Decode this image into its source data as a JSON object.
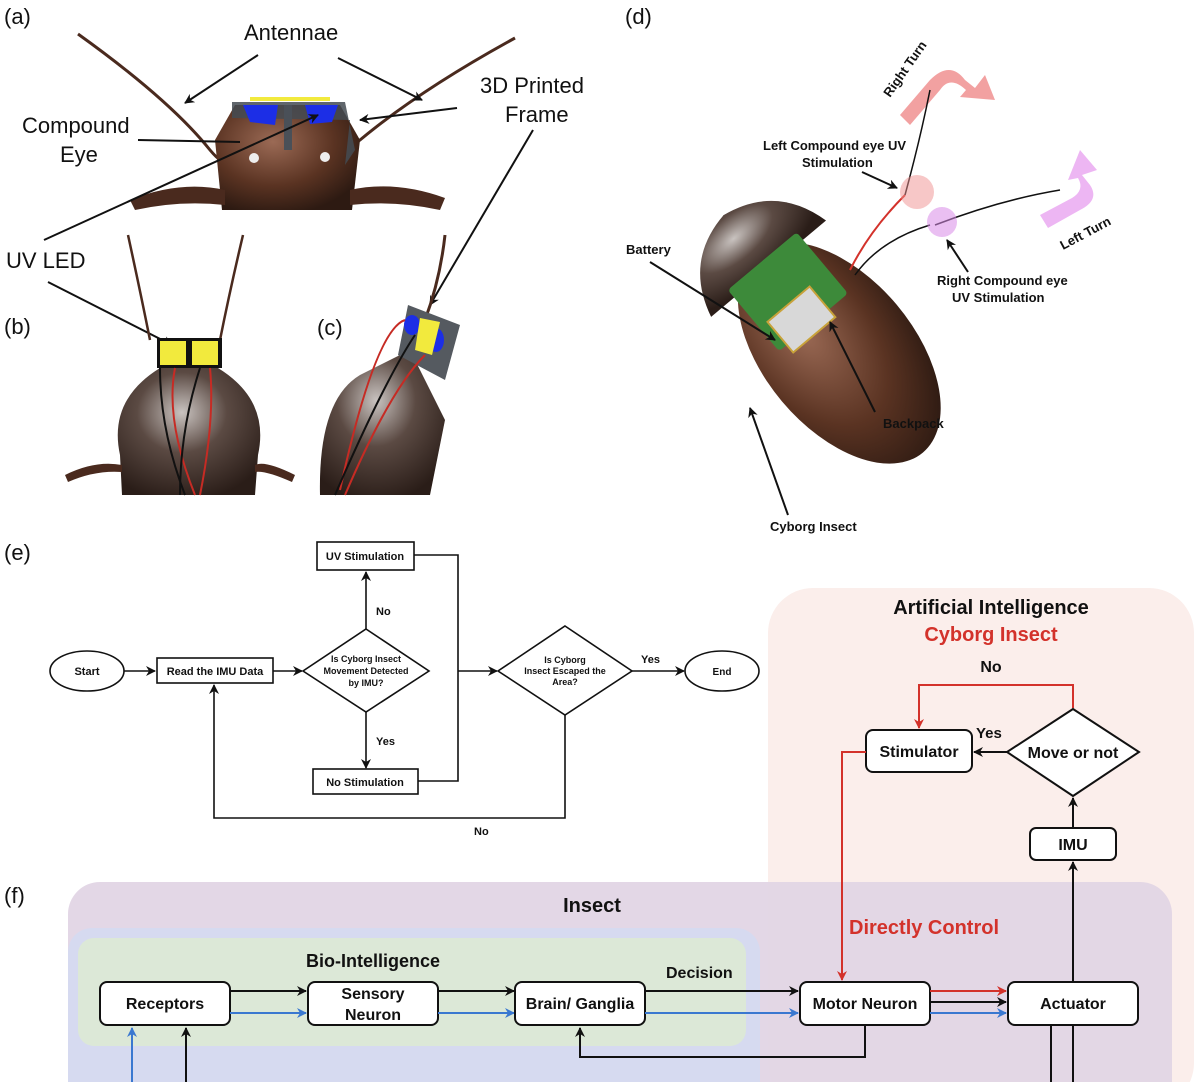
{
  "panels": {
    "a": {
      "tag": "(a)",
      "labels": {
        "antennae": "Antennae",
        "printed_frame_line1": "3D Printed",
        "printed_frame_line2": "Frame",
        "compound_eye_line1": "Compound",
        "compound_eye_line2": "Eye",
        "uv_led": "UV LED"
      }
    },
    "b": {
      "tag": "(b)"
    },
    "c": {
      "tag": "(c)"
    },
    "d": {
      "tag": "(d)",
      "labels": {
        "right_turn": "Right Turn",
        "left_turn": "Left Turn",
        "left_eye_line1": "Left Compound eye UV",
        "left_eye_line2": "Stimulation",
        "right_eye_line1": "Right Compound eye",
        "right_eye_line2": "UV Stimulation",
        "battery": "Battery",
        "backpack": "Backpack",
        "cyborg_insect": "Cyborg Insect"
      }
    },
    "e": {
      "tag": "(e)",
      "nodes": {
        "start": "Start",
        "read_imu": "Read the IMU Data",
        "decision1_line1": "Is Cyborg Insect",
        "decision1_line2": "Movement Detected",
        "decision1_line3": "by IMU?",
        "uv_stim": "UV Stimulation",
        "no_stim": "No Stimulation",
        "decision2_line1": "Is Cyborg",
        "decision2_line2": "Insect Escaped the",
        "decision2_line3": "Area?",
        "end": "End"
      },
      "edges": {
        "no_up": "No",
        "yes_down": "Yes",
        "yes_right": "Yes",
        "no_bottom": "No"
      }
    },
    "f": {
      "tag": "(f)",
      "ai_title": "Artificial Intelligence",
      "ai_subtitle": "Cyborg Insect",
      "insect_title": "Insect",
      "bio_title": "Bio-Intelligence",
      "decision_label": "Decision",
      "directly_control": "Directly Control",
      "no_label": "No",
      "yes_label": "Yes",
      "nodes": {
        "stimulator": "Stimulator",
        "move_or_not": "Move or not",
        "imu": "IMU",
        "receptors": "Receptors",
        "sensory_line1": "Sensory",
        "sensory_line2": "Neuron",
        "brain": "Brain/ Ganglia",
        "motor": "Motor Neuron",
        "actuator": "Actuator"
      }
    }
  },
  "colors": {
    "red": "#d3322b",
    "blue": "#3a78d0",
    "ai_bg": "#fbeeeb",
    "insect_bg": "#e2d5e5",
    "bio_outer_bg": "#d6daf0",
    "bio_inner_bg": "#dce8d7",
    "uv_blue": "#1c2ee6",
    "led_yellow": "#f2ea3d",
    "body_brown": "#5a3322",
    "right_turn": "#f09090",
    "left_turn": "#ebaef2"
  }
}
